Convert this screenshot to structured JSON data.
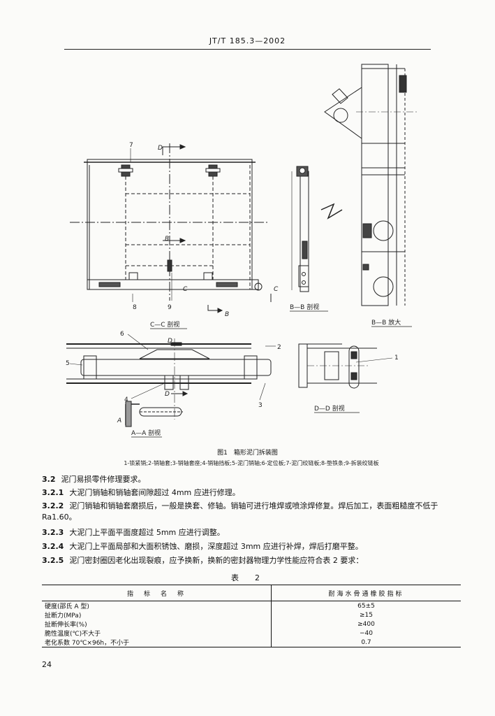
{
  "header": {
    "standard_code": "JT/T 185.3—2002"
  },
  "figure": {
    "labels": {
      "d_top": "D",
      "num7": "7",
      "num8": "8",
      "num9": "9",
      "b_top": "B",
      "b_bottom": "B",
      "c_right": "C",
      "c_mid": "C",
      "num6": "6",
      "num5": "5",
      "num4": "4",
      "num2": "2",
      "num3": "3",
      "num1": "1",
      "d_sec_top": "D",
      "d_sec_bottom": "D",
      "a_left": "A"
    },
    "view_labels": {
      "cc": "C—C 剖视",
      "bb": "B—B 剖视",
      "bb_enlarged": "B—B 放大",
      "dd": "D—D 剖视",
      "aa": "A—A 剖视"
    },
    "caption": "图1　箱形泥门拆装图",
    "legend": "1-锁紧销;2-销轴套;3-销轴套座;4-销轴挡板;5-泥门销轴;6-定位板;7-泥门绞链板;8-垫铁条;9-拆装绞链板"
  },
  "sections": [
    {
      "number": "3.2",
      "text": "泥门易损零件修理要求。"
    },
    {
      "number": "3.2.1",
      "text": "大泥门销轴和销轴套间隙超过 4mm 应进行修理。"
    },
    {
      "number": "3.2.2",
      "text": "泥门销轴和销轴套磨损后，一般是换套、修轴。销轴可进行堆焊或喷涂焊修复。焊后加工，表面粗糙度不低于 Ra1.60。"
    },
    {
      "number": "3.2.3",
      "text": "大泥门上平面平面度超过 5mm 应进行调整。"
    },
    {
      "number": "3.2.4",
      "text": "大泥门上平面局部和大面积锈蚀、磨损，深度超过 3mm 应进行补焊，焊后打磨平整。"
    },
    {
      "number": "3.2.5",
      "text": "泥门密封圈因老化出现裂痕，应予换新，换新的密封器物理力学性能应符合表 2 要求："
    }
  ],
  "table": {
    "title": "表　2",
    "headers": [
      "指　标　名　称",
      "耐海水骨通橡胶指标"
    ],
    "rows": [
      [
        "硬度(邵氏 A 型)",
        "65±5"
      ],
      [
        "扯断力(MPa)",
        "≥15"
      ],
      [
        "扯断伸长率(%)",
        "≥400"
      ],
      [
        "脆性温度(℃)不大于",
        "−40"
      ],
      [
        "老化系数 70℃×96h，不小于",
        "0.7"
      ]
    ]
  },
  "page_number": "24"
}
